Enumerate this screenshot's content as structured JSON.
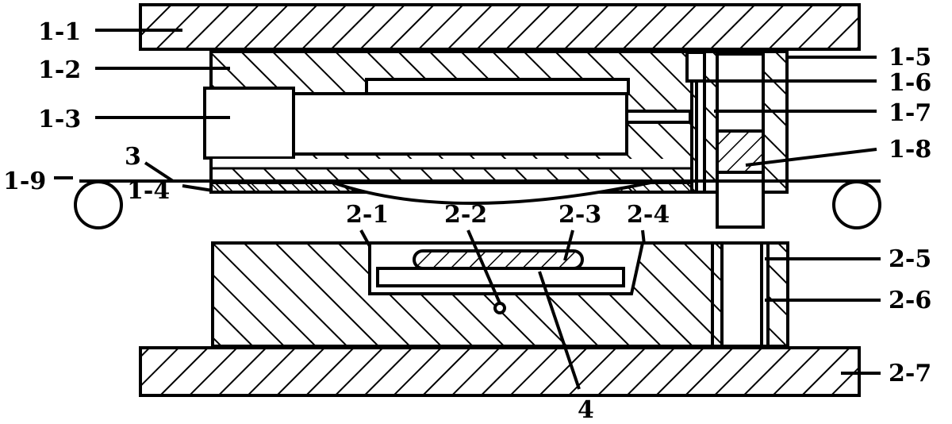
{
  "labels": {
    "l1_1": "1-1",
    "l1_2": "1-2",
    "l1_3": "1-3",
    "l3": "3",
    "l1_9": "1-9",
    "l1_4": "1-4",
    "l1_5": "1-5",
    "l1_6": "1-6",
    "l1_7": "1-7",
    "l1_8": "1-8",
    "l2_1": "2-1",
    "l2_2": "2-2",
    "l2_3": "2-3",
    "l2_4": "2-4",
    "l2_5": "2-5",
    "l2_6": "2-6",
    "l2_7": "2-7",
    "l4": "4"
  },
  "colors": {
    "stroke": "#000000",
    "background": "#ffffff"
  }
}
